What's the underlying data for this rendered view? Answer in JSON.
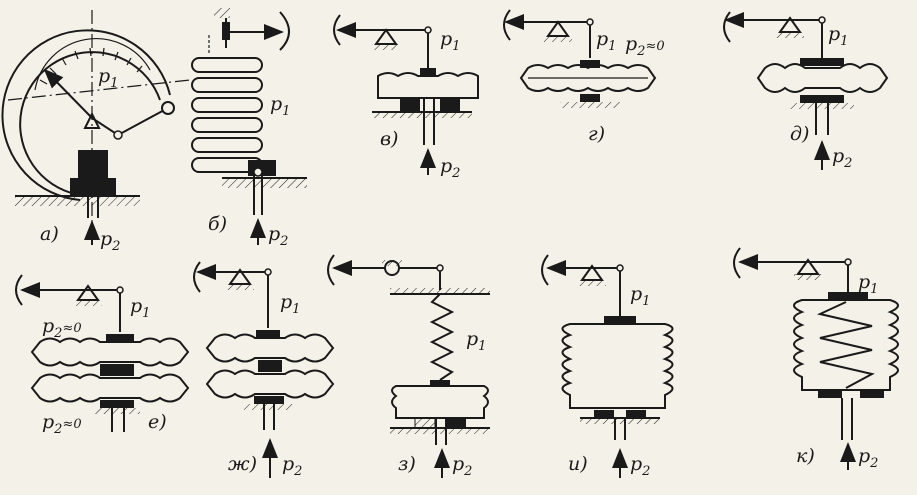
{
  "labels": {
    "a": "а)",
    "b": "б)",
    "v": "в)",
    "g": "г)",
    "d": "д)",
    "e": "е)",
    "zh": "ж)",
    "z": "з)",
    "i": "и)",
    "k": "к)"
  },
  "pressure": {
    "p": "p",
    "sub1": "1",
    "sub2": "2",
    "approx_zero": "≈0"
  }
}
